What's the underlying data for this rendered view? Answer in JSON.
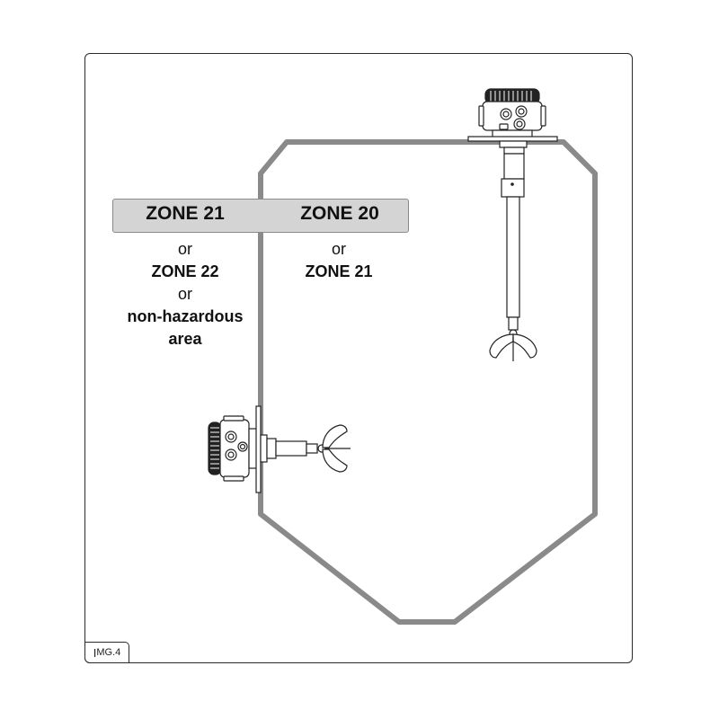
{
  "zones": {
    "left": {
      "head": "ZONE 21",
      "or1": "or",
      "alt1": "ZONE 22",
      "or2": "or",
      "alt2_line1": "non-hazardous",
      "alt2_line2": "area"
    },
    "right": {
      "head": "ZONE 20",
      "or1": "or",
      "alt1": "ZONE 21"
    }
  },
  "image_label": {
    "prefix": "I",
    "suffix": "MG.4"
  },
  "colors": {
    "silo_outline": "#8a8a8a",
    "zone_bar_fill": "#d4d4d4",
    "ink": "#111111"
  }
}
